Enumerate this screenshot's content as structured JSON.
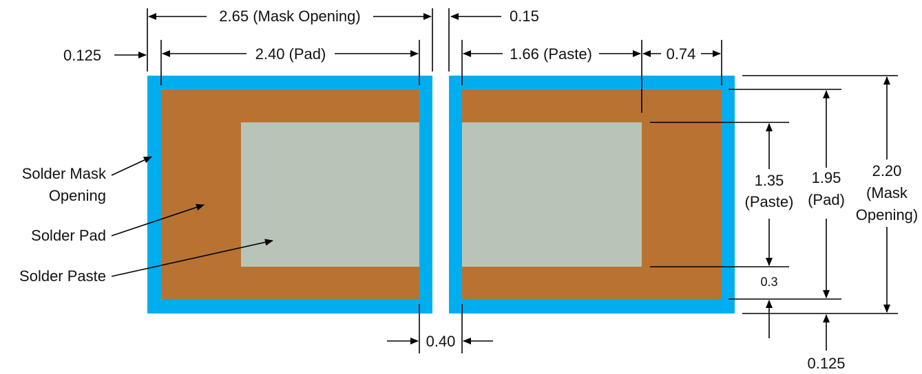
{
  "colors": {
    "mask_opening": "#00AEEF",
    "pad": "#B87333",
    "paste": "#B9C4B8",
    "lines": "#000000"
  },
  "dimensions": {
    "mask_width": "2.65 (Mask Opening)",
    "mask_gap": "0.15",
    "mask_margin_left": "0.125",
    "pad_width": "2.40 (Pad)",
    "paste_width": "1.66 (Paste)",
    "paste_offset": "0.74",
    "pad_gap": "0.40",
    "paste_height_value": "1.35",
    "paste_height_label": "(Paste)",
    "pad_height_value": "1.95",
    "pad_height_label": "(Pad)",
    "mask_height_value": "2.20",
    "mask_height_line2": "(Mask",
    "mask_height_line3": "Opening)",
    "paste_bottom_offset": "0.3",
    "mask_margin_bottom": "0.125"
  },
  "callouts": {
    "mask_line1": "Solder Mask",
    "mask_line2": "Opening",
    "pad": "Solder Pad",
    "paste": "Solder Paste"
  }
}
